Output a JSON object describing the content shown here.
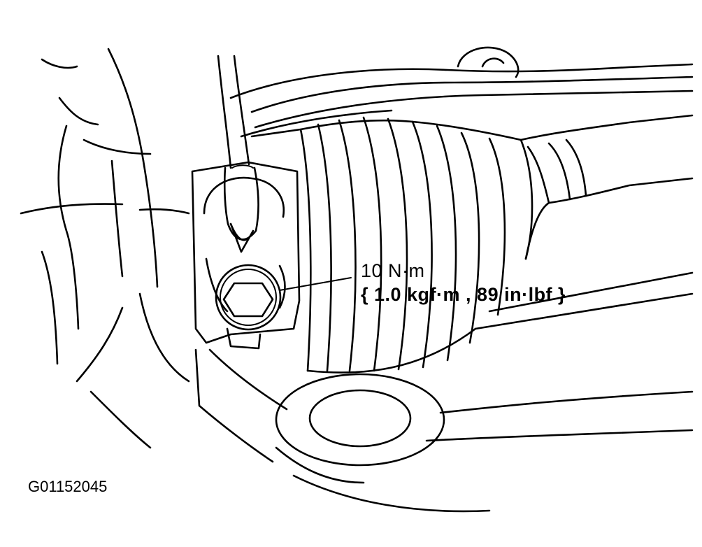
{
  "figure": {
    "torque_nm": "10 N·m",
    "torque_alt": "{ 1.0 kgf·m , 89 in·lbf }",
    "figure_id": "G01152045"
  },
  "icons": {
    "bolt": "hex-bolt-icon"
  }
}
